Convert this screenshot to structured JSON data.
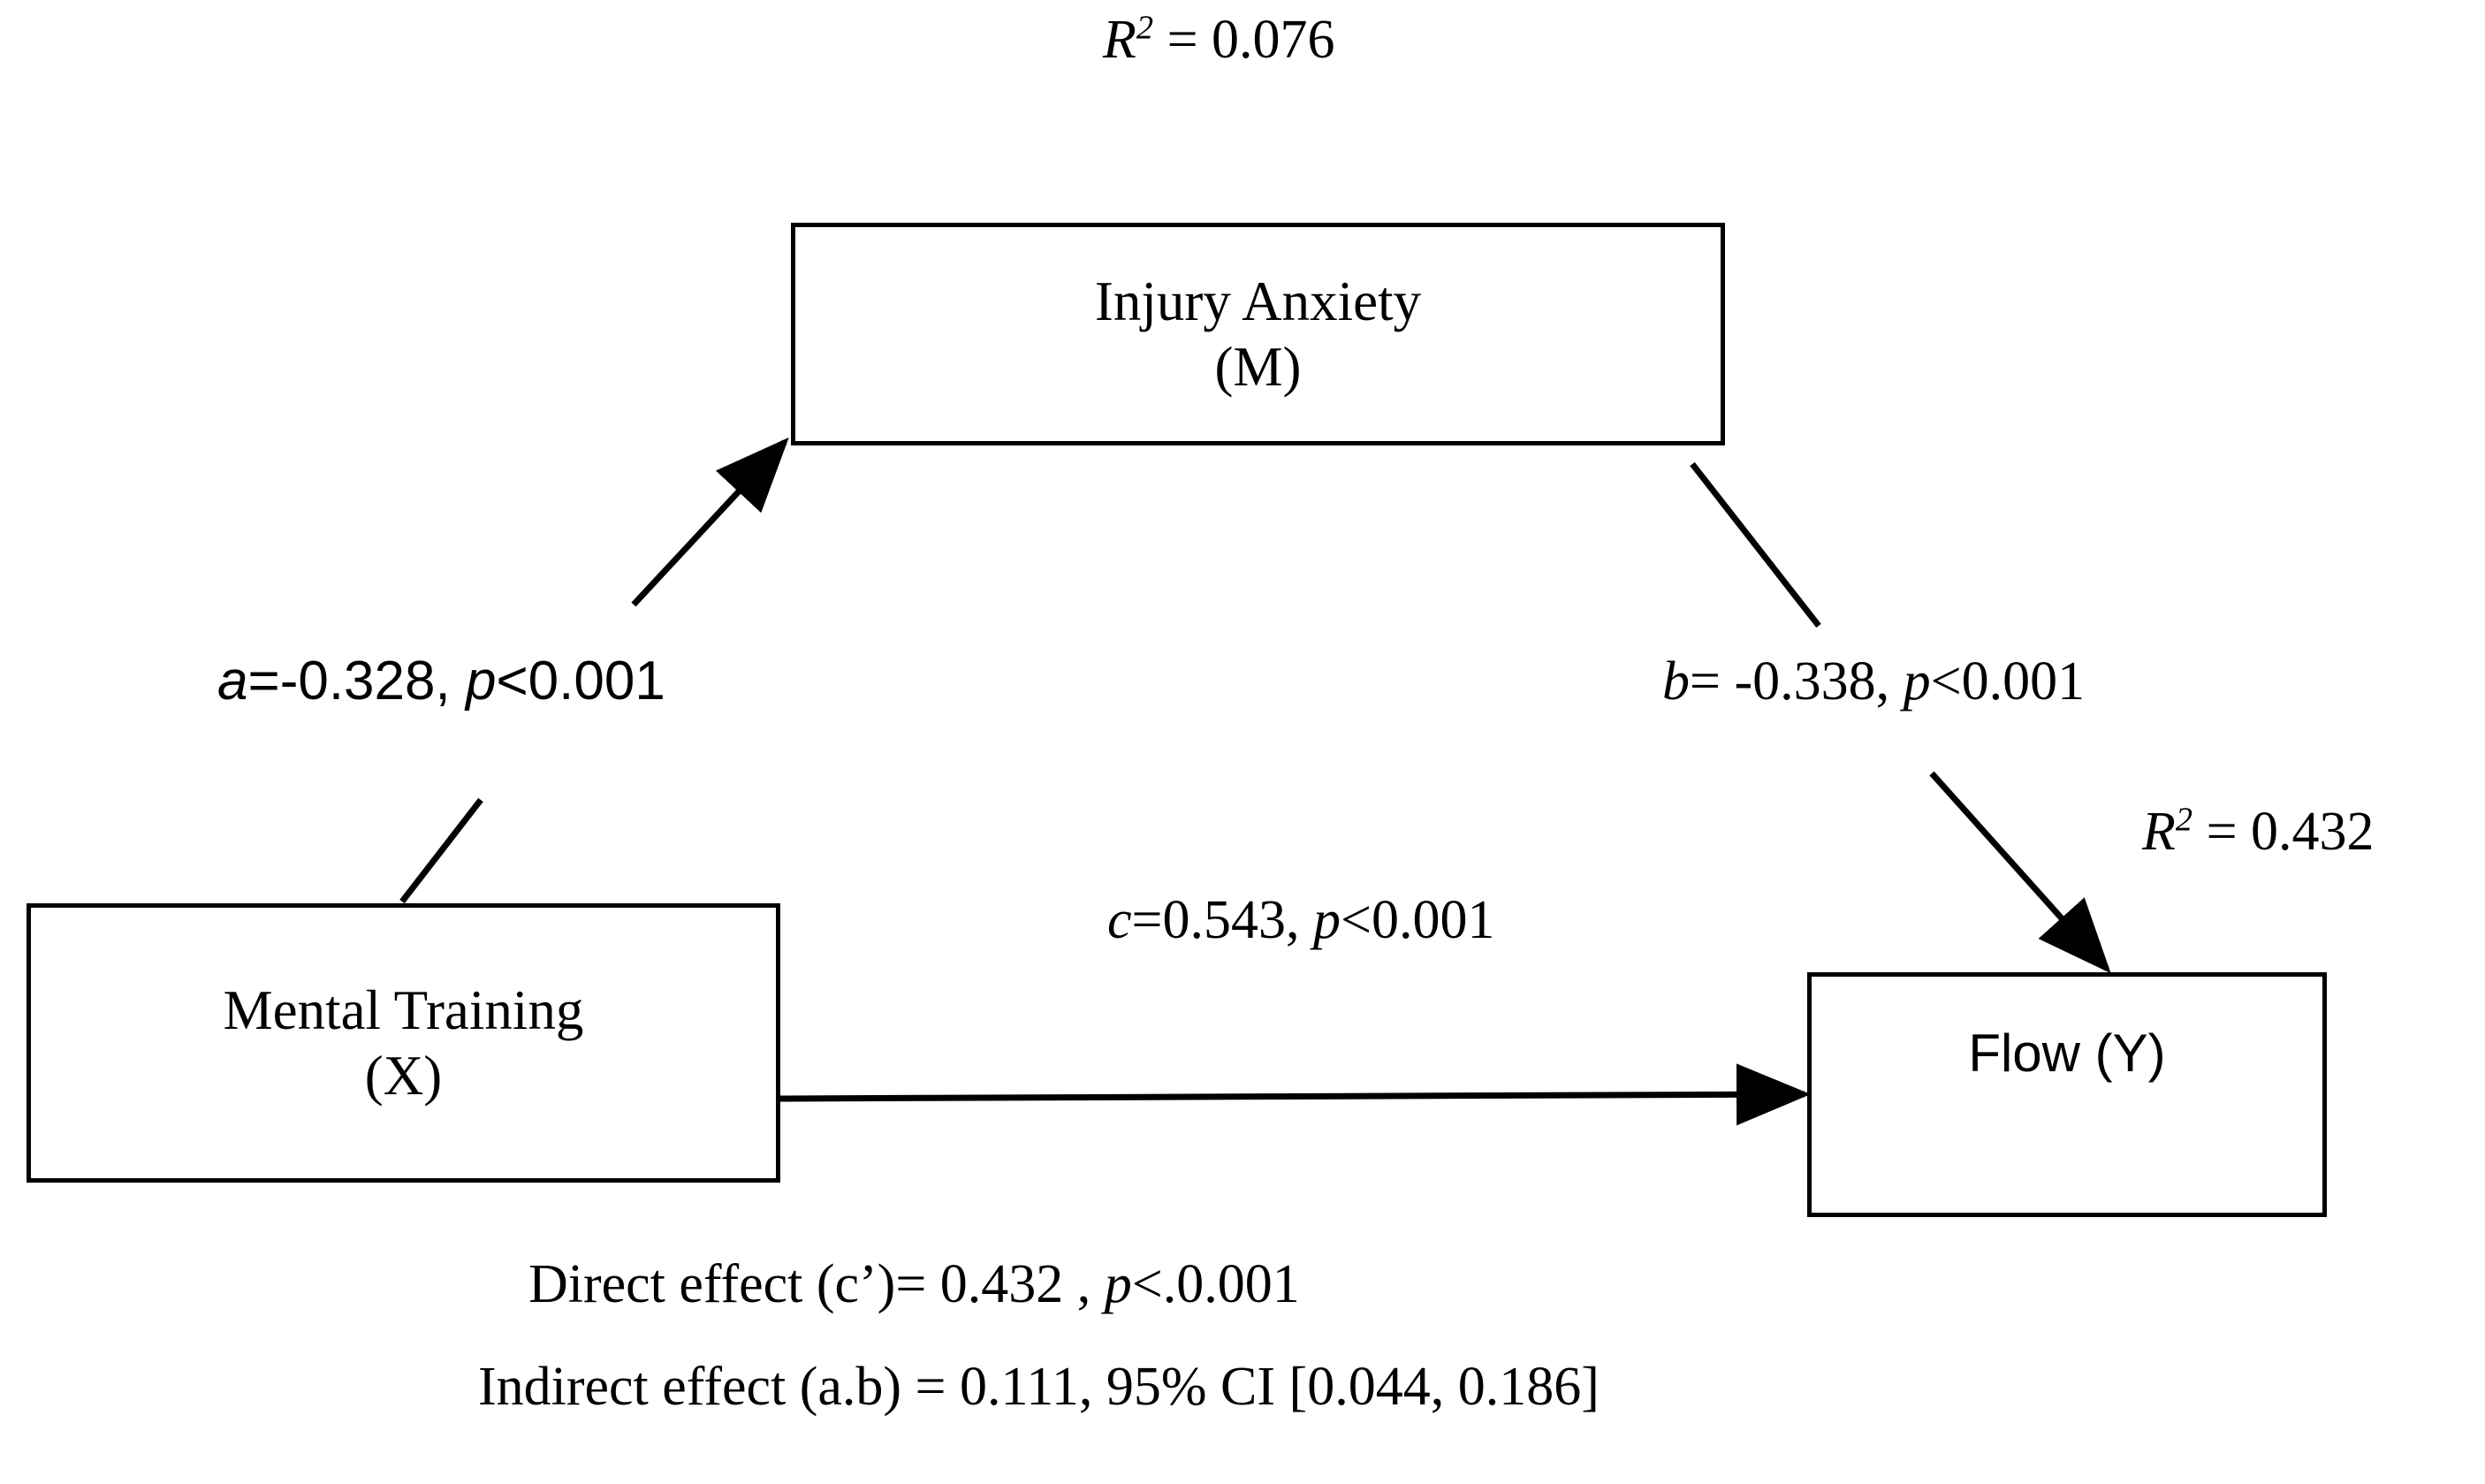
{
  "figure": {
    "type": "mediation-path-diagram",
    "background_color": "#ffffff",
    "line_color": "#000000"
  },
  "nodes": {
    "mediator": {
      "line1": "Injury Anxiety",
      "line2": "(M)",
      "role": "M"
    },
    "predictor": {
      "line1": "Mental Training",
      "line2": "(X)",
      "role": "X"
    },
    "outcome": {
      "line1": "Flow (Y)",
      "role": "Y"
    }
  },
  "labels": {
    "r2_mediator_symbol": "R",
    "r2_mediator_exponent": "2",
    "r2_mediator_value": " = 0.076",
    "r2_outcome_symbol": "R",
    "r2_outcome_exponent": "2",
    "r2_outcome_value": " = 0.432",
    "path_a_symbol": "a",
    "path_a_value": "=-0.328, ",
    "path_a_p_symbol": "p",
    "path_a_p_value": "<0.001",
    "path_b_symbol": "b",
    "path_b_value": "= -0.338, ",
    "path_b_p_symbol": "p",
    "path_b_p_value": "<0.001",
    "path_c_symbol": "c",
    "path_c_value": "=0.543, ",
    "path_c_p_symbol": "p",
    "path_c_p_value": "<0.001",
    "direct_effect_text": "Direct effect (c’)= 0.432 , ",
    "direct_effect_p_symbol": "p",
    "direct_effect_p_value": "<.0.001",
    "indirect_effect_text": "Indirect effect (a.b) = 0.111, 95% CI [0.044, 0.186]"
  },
  "chart_data": {
    "type": "diagram",
    "title": "Mediation model of Mental Training on Flow through Injury Anxiety",
    "variables": [
      {
        "id": "X",
        "name": "Mental Training"
      },
      {
        "id": "M",
        "name": "Injury Anxiety"
      },
      {
        "id": "Y",
        "name": "Flow"
      }
    ],
    "paths": [
      {
        "name": "a",
        "from": "X",
        "to": "M",
        "coefficient": -0.328,
        "p": "<0.001"
      },
      {
        "name": "b",
        "from": "M",
        "to": "Y",
        "coefficient": -0.338,
        "p": "<0.001"
      },
      {
        "name": "c",
        "from": "X",
        "to": "Y",
        "coefficient": 0.543,
        "p": "<0.001"
      }
    ],
    "effects": {
      "direct_c_prime": {
        "value": 0.432,
        "p": "<.0.001"
      },
      "indirect_ab": {
        "value": 0.111,
        "ci_level": "95%",
        "ci_lower": 0.044,
        "ci_upper": 0.186
      }
    },
    "r_squared": {
      "M": 0.076,
      "Y": 0.432
    }
  }
}
